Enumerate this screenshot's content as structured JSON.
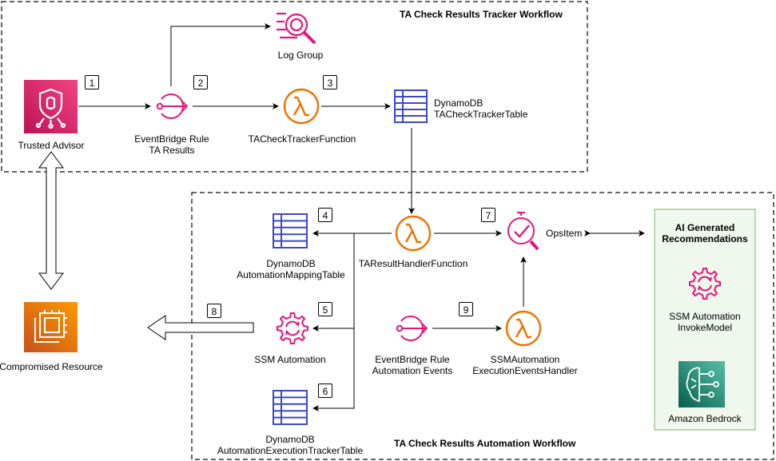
{
  "groups": {
    "tracker_title": "TA Check Results Tracker Workflow",
    "automation_title": "TA Check Results Automation Workflow",
    "ai_title_line1": "AI Generated",
    "ai_title_line2": "Recommendations"
  },
  "nodes": {
    "trusted_advisor": {
      "label": "Trusted Advisor",
      "icon": "trusted-advisor-icon"
    },
    "log_group": {
      "label": "Log Group",
      "icon": "log-group-icon"
    },
    "eventbridge_ta": {
      "line1": "EventBridge Rule",
      "line2": "TA Results",
      "icon": "eventbridge-icon"
    },
    "tracker_function": {
      "label": "TACheckTrackerFunction",
      "icon": "lambda-icon"
    },
    "tracker_table": {
      "line1": "DynamoDB",
      "line2": "TACheckTrackerTable",
      "icon": "dynamodb-table-icon"
    },
    "mapping_table": {
      "line1": "DynamoDB",
      "line2": "AutomationMappingTable",
      "icon": "dynamodb-table-icon"
    },
    "result_handler": {
      "label": "TAResultHandlerFunction",
      "icon": "lambda-icon"
    },
    "opsitem": {
      "label": "OpsItem",
      "icon": "opsitem-icon"
    },
    "ssm_automation": {
      "label": "SSM Automation",
      "icon": "ssm-automation-icon"
    },
    "eventbridge_auto": {
      "line1": "EventBridge Rule",
      "line2": "Automation Events",
      "icon": "eventbridge-icon"
    },
    "exec_handler": {
      "line1": "SSMAutomation",
      "line2": "ExecutionEventsHandler",
      "icon": "lambda-icon"
    },
    "exec_table": {
      "line1": "DynamoDB",
      "line2": "AutomationExecutionTrackerTable",
      "icon": "dynamodb-table-icon"
    },
    "compromised": {
      "label": "Compromised Resource",
      "icon": "ec2-instance-icon"
    },
    "ssm_invoke": {
      "line1": "SSM Automation",
      "line2": "InvokeModel",
      "icon": "ssm-automation-icon"
    },
    "bedrock": {
      "label": "Amazon Bedrock",
      "icon": "bedrock-icon"
    }
  },
  "steps": [
    "1",
    "2",
    "3",
    "4",
    "5",
    "6",
    "7",
    "8",
    "9"
  ],
  "colors": {
    "pink": "#e7157b",
    "orange": "#ed7100",
    "blue": "#3b48cc",
    "green": "#01a88d",
    "ai_fill": "#f0f7ed",
    "ai_stroke": "#82b366"
  }
}
